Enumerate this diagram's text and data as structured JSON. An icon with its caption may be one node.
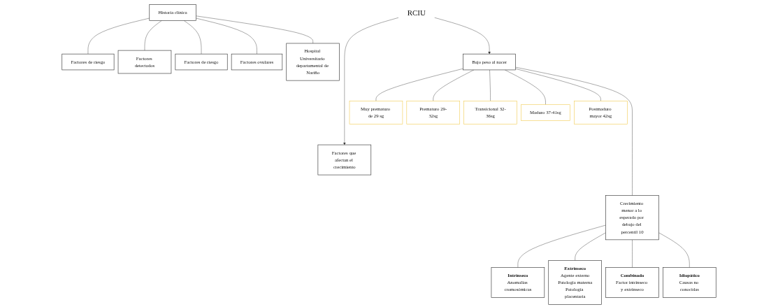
{
  "diagram": {
    "nodes": [
      {
        "text": [
          "Factores de riesgo"
        ]
      },
      {
        "text": [
          "Factores detectados"
        ]
      },
      {
        "text": [
          "Historia clínica"
        ]
      },
      {
        "text": [
          "Factores de riesgo"
        ]
      },
      {
        "text": [
          "Hospital Universitario departamental de Nariño"
        ]
      },
      {
        "text": [
          "Factores ovulares"
        ]
      },
      {
        "text": [
          "Factores que afectan el crecimiento"
        ]
      },
      {
        "text": [
          "RCIU"
        ]
      },
      {
        "text": [
          "Muy prematuro de 29 sg"
        ]
      },
      {
        "text": [
          "Prematuro 29-32sg"
        ]
      },
      {
        "text": [
          "Bajo peso al nacer"
        ]
      },
      {
        "text": [
          "Transicional 32-36sg"
        ]
      },
      {
        "text": [
          "Maduro 37-41sg"
        ]
      },
      {
        "text": [
          "Postmaduro mayor 42sg"
        ]
      },
      {
        "text": [
          "Crecimiento menor a lo esperado por debajo del percentil 10"
        ]
      },
      {
        "text": [
          "Intrínseco",
          "Anomalías cromosómicas"
        ]
      },
      {
        "text": [
          "Extrínseco",
          "Agente externo",
          "Patología materna",
          "Patología placentaria"
        ]
      },
      {
        "text": [
          "Combinado",
          "Factor intrínseco y extrínseco"
        ]
      },
      {
        "text": [
          "Idiopático",
          "Causas no conocidas"
        ]
      }
    ],
    "edges": [
      {
        "from": 2,
        "to": 0,
        "arrow": "none"
      },
      {
        "from": 2,
        "to": 1,
        "arrow": "none"
      },
      {
        "from": 2,
        "to": 3,
        "arrow": "none"
      },
      {
        "from": 2,
        "to": 5,
        "arrow": "none"
      },
      {
        "from": 2,
        "to": 4,
        "arrow": "none"
      },
      {
        "from": 7,
        "to": 6,
        "arrow": "to"
      },
      {
        "from": 7,
        "to": 10,
        "arrow": "to"
      },
      {
        "from": 10,
        "to": 8,
        "arrow": "none"
      },
      {
        "from": 10,
        "to": 9,
        "arrow": "none"
      },
      {
        "from": 10,
        "to": 11,
        "arrow": "none"
      },
      {
        "from": 10,
        "to": 12,
        "arrow": "none"
      },
      {
        "from": 10,
        "to": 13,
        "arrow": "none"
      },
      {
        "from": 10,
        "to": 14,
        "arrow": "none"
      },
      {
        "from": 14,
        "to": 15,
        "arrow": "none"
      },
      {
        "from": 14,
        "to": 16,
        "arrow": "none"
      },
      {
        "from": 14,
        "to": 17,
        "arrow": "none"
      },
      {
        "from": 14,
        "to": 18,
        "arrow": "none"
      }
    ]
  }
}
